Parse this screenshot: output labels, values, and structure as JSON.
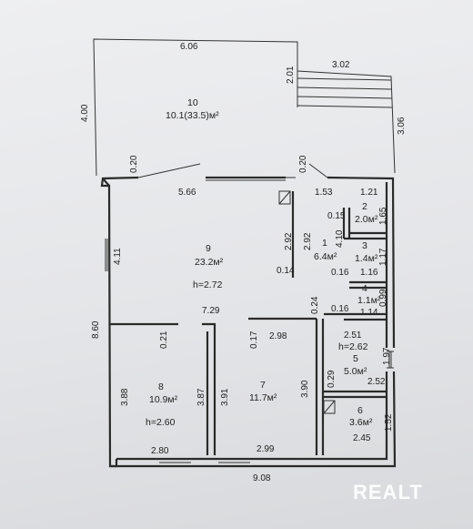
{
  "outer_dims": {
    "top": "6.06",
    "left_top": "4.00",
    "bottom": "9.08",
    "left": "8.60",
    "stairs_w": "3.02",
    "stairs_h": "2.01",
    "right": "3.06"
  },
  "rooms": [
    {
      "id": "10",
      "area": "10.1(33.5)м²"
    },
    {
      "id": "9",
      "area": "23.2м²",
      "h": "h=2.72"
    },
    {
      "id": "1",
      "area": "6.4м²"
    },
    {
      "id": "2",
      "area": "2.0м²"
    },
    {
      "id": "3",
      "area": "1.4м²"
    },
    {
      "id": "4",
      "area": "1.1м²"
    },
    {
      "id": "5",
      "area": "5.0м²",
      "h": "h=2.62"
    },
    {
      "id": "6",
      "area": "3.6м²"
    },
    {
      "id": "7",
      "area": "11.7м²"
    },
    {
      "id": "8",
      "area": "10.9м²",
      "h": "h=2.60"
    }
  ],
  "dims": {
    "d020a": "0.20",
    "d020b": "0.20",
    "d566": "5.66",
    "d153": "1.53",
    "d121": "1.21",
    "d015": "0.15",
    "d165": "1.65",
    "d292a": "2.92",
    "d292b": "2.92",
    "d410": "4.10",
    "d117": "1.17",
    "d016a": "0.16",
    "d116": "1.16",
    "d099": "0.99",
    "d014a": "0.14",
    "d024": "0.24",
    "d016b": "0.16",
    "d114": "1.14",
    "d411": "4.11",
    "d729": "7.29",
    "d251": "2.51",
    "d021": "0.21",
    "d017": "0.17",
    "d298": "2.98",
    "d197": "1.97",
    "d388": "3.88",
    "d387": "3.87",
    "d391": "3.91",
    "d390": "3.90",
    "d029": "0.29",
    "d252": "2.52",
    "d152": "1.52",
    "d245": "2.45",
    "d280": "2.80",
    "d299": "2.99"
  },
  "watermark": "REALT"
}
